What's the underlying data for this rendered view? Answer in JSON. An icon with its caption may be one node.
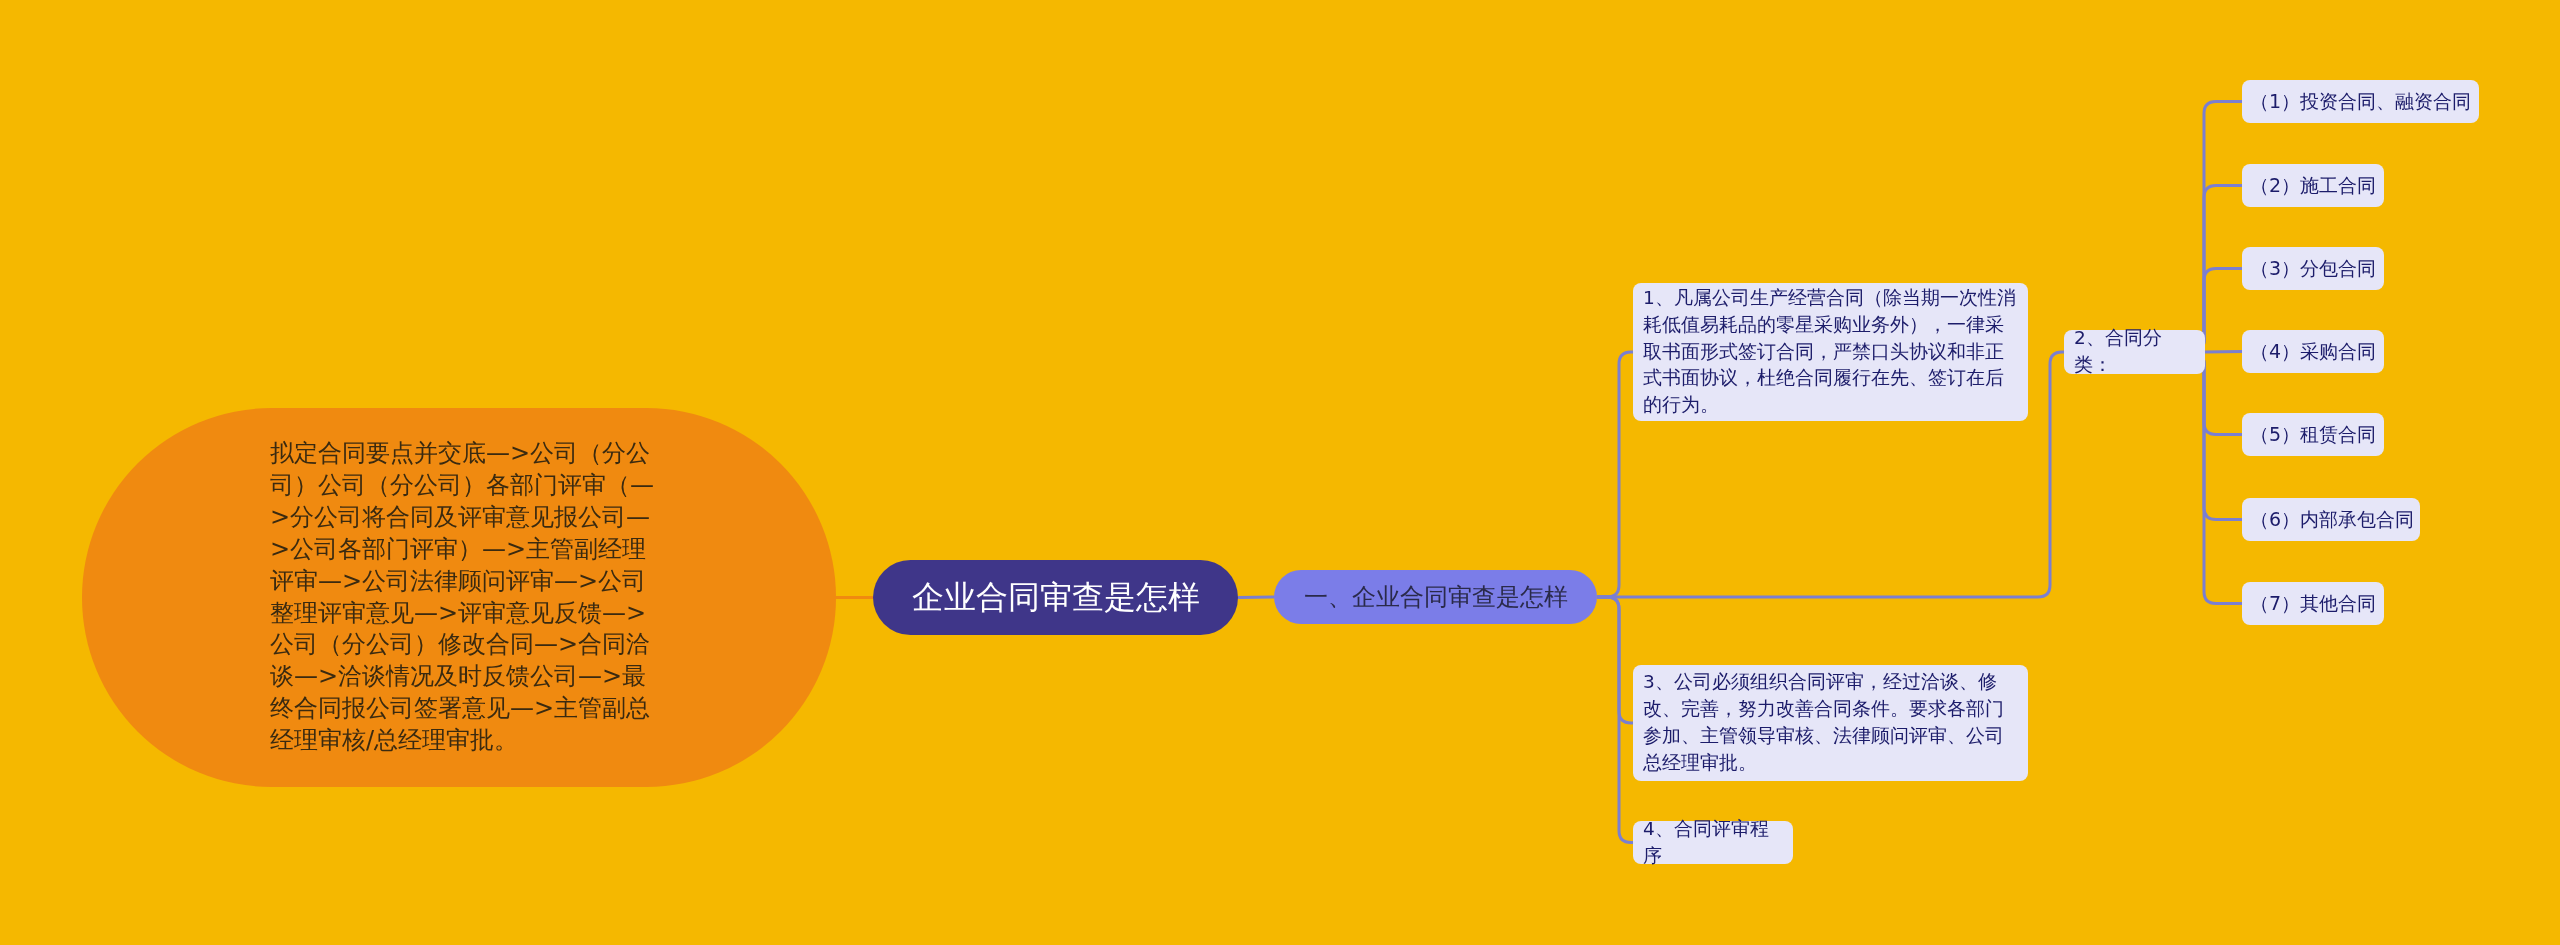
{
  "diagram": {
    "nodes": [
      {
        "text": [
          "企业合同审查是怎样"
        ]
      },
      {
        "text": [
          "拟定合同要点并交底—>公司（分公司）公司（分公司）各部门评审（—>分公司将合同及评审意见报公司—>公司各部门评审）—>主管副经理评审—>公司法律顾问评审—>公司整理评审意见—>评审意见反馈—>公司（分公司）修改合同—>合同洽谈—>洽谈情况及时反馈公司—>最终合同报公司签署意见—>主管副总经理审核/总经理审批。"
        ]
      },
      {
        "text": [
          "一、企业合同审查是怎样"
        ]
      },
      {
        "text": [
          "1、凡属公司生产经营合同（除当期一次性消耗低值易耗品的零星采购业务外），一律采取书面形式签订合同，严禁口头协议和非正式书面协议，杜绝合同履行在先、签订在后的行为。"
        ]
      },
      {
        "text": [
          "2、合同分类："
        ]
      },
      {
        "text": [
          "（1）投资合同、融资合同"
        ]
      },
      {
        "text": [
          "（2）施工合同"
        ]
      },
      {
        "text": [
          "（3）分包合同"
        ]
      },
      {
        "text": [
          "（4）采购合同"
        ]
      },
      {
        "text": [
          "（5）租赁合同"
        ]
      },
      {
        "text": [
          "（6）内部承包合同"
        ]
      },
      {
        "text": [
          "（7）其他合同"
        ]
      },
      {
        "text": [
          "3、公司必须组织合同评审，经过洽谈、修改、完善，努力改善合同条件。要求各部门参加、主管领导审核、法律顾问评审、公司总经理审批。"
        ]
      },
      {
        "text": [
          "4、合同评审程序"
        ]
      }
    ],
    "edges": [
      {
        "from": 0,
        "to": 1,
        "arrow": "none",
        "color": "#f08a10"
      },
      {
        "from": 0,
        "to": 2,
        "arrow": "none"
      },
      {
        "from": 2,
        "to": 3,
        "arrow": "none"
      },
      {
        "from": 2,
        "to": 4,
        "arrow": "none"
      },
      {
        "from": 2,
        "to": 12,
        "arrow": "none"
      },
      {
        "from": 2,
        "to": 13,
        "arrow": "none"
      },
      {
        "from": 4,
        "to": 5,
        "arrow": "none"
      },
      {
        "from": 4,
        "to": 6,
        "arrow": "none"
      },
      {
        "from": 4,
        "to": 7,
        "arrow": "none"
      },
      {
        "from": 4,
        "to": 8,
        "arrow": "none"
      },
      {
        "from": 4,
        "to": 9,
        "arrow": "none"
      },
      {
        "from": 4,
        "to": 10,
        "arrow": "none"
      },
      {
        "from": 4,
        "to": 11,
        "arrow": "none"
      }
    ]
  }
}
